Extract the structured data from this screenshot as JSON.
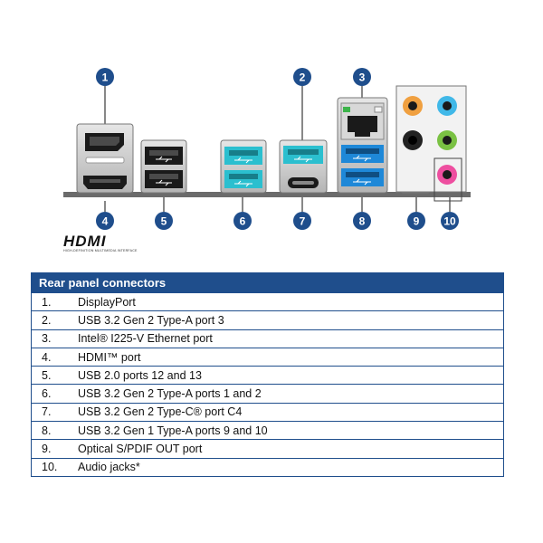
{
  "callouts": [
    "1",
    "2",
    "3",
    "4",
    "5",
    "6",
    "7",
    "8",
    "9",
    "10"
  ],
  "hdmi_logo": {
    "wordmark": "HDMI",
    "tagline": "HIGH-DEFINITION MULTIMEDIA INTERFACE"
  },
  "legend": {
    "title": "Rear panel connectors",
    "rows": [
      {
        "num": "1.",
        "label": "DisplayPort"
      },
      {
        "num": "2.",
        "label": "USB 3.2 Gen 2 Type-A port 3"
      },
      {
        "num": "3.",
        "label": "Intel® I225-V Ethernet port"
      },
      {
        "num": "4.",
        "label": "HDMI™ port"
      },
      {
        "num": "5.",
        "label": "USB 2.0 ports 12 and 13"
      },
      {
        "num": "6.",
        "label": "USB 3.2 Gen 2 Type-A ports 1 and 2"
      },
      {
        "num": "7.",
        "label": "USB 3.2 Gen 2 Type-C® port C4"
      },
      {
        "num": "8.",
        "label": "USB 3.2 Gen 1 Type-A ports 9 and 10"
      },
      {
        "num": "9.",
        "label": "Optical S/PDIF OUT port"
      },
      {
        "num": "10.",
        "label": "Audio jacks*"
      }
    ]
  },
  "colors": {
    "callout": "#1f4e8c",
    "usb3_blue": "#1e88d8",
    "usb_teal": "#2bbfcf",
    "audio_orange": "#f0a040",
    "audio_lightblue": "#40b8e8",
    "audio_black": "#222222",
    "audio_green": "#7ac143",
    "audio_pink": "#ee4fa0",
    "io_plate": "#6b6b6b"
  }
}
